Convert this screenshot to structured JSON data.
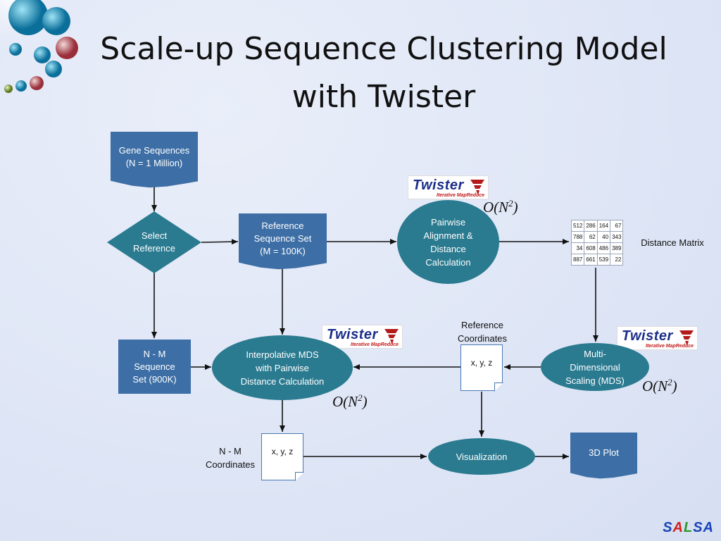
{
  "title": {
    "line1": "Scale-up Sequence Clustering Model",
    "line2": "with Twister"
  },
  "nodes": {
    "gene_sequences": [
      "Gene Sequences",
      "(N = 1 Million)"
    ],
    "select_reference": [
      "Select",
      "Reference"
    ],
    "reference_sequence_set": [
      "Reference",
      "Sequence Set",
      "(M = 100K)"
    ],
    "pairwise_alignment": [
      "Pairwise",
      "Alignment &",
      "Distance",
      "Calculation"
    ],
    "nm_sequence_set": [
      "N - M",
      "Sequence",
      "Set (900K)"
    ],
    "interpolative_mds": [
      "Interpolative MDS",
      "with  Pairwise",
      "Distance Calculation"
    ],
    "mds": [
      "Multi-",
      "Dimensional",
      "Scaling (MDS)"
    ],
    "visualization": "Visualization",
    "plot_3d": "3D Plot",
    "xyz_reference": "x, y, z",
    "xyz_nm": "x, y, z"
  },
  "labels": {
    "distance_matrix": "Distance Matrix",
    "reference_coordinates": [
      "Reference",
      "Coordinates"
    ],
    "nm_coordinates": [
      "N - M",
      "Coordinates"
    ]
  },
  "complexity": {
    "base": "O(N",
    "exp": "2",
    "close": ")"
  },
  "twister_logo": {
    "name": "Twister",
    "tagline": "Iterative MapReduce"
  },
  "distance_matrix_values": [
    [
      "512",
      "286",
      "164",
      "67"
    ],
    [
      "788",
      "62",
      "40",
      "343"
    ],
    [
      "34",
      "608",
      "486",
      "389"
    ],
    [
      "887",
      "661",
      "539",
      "22"
    ]
  ],
  "footer_logo": {
    "letters": [
      "S",
      "A",
      "L",
      "S",
      "A"
    ],
    "colors": [
      "#1a44b8",
      "#d42020",
      "#2a9a2a",
      "#1a44b8",
      "#1a44b8"
    ]
  },
  "colors": {
    "box": "#3d6fa6",
    "ellipse": "#2a7a90",
    "arrow": "#111111"
  }
}
